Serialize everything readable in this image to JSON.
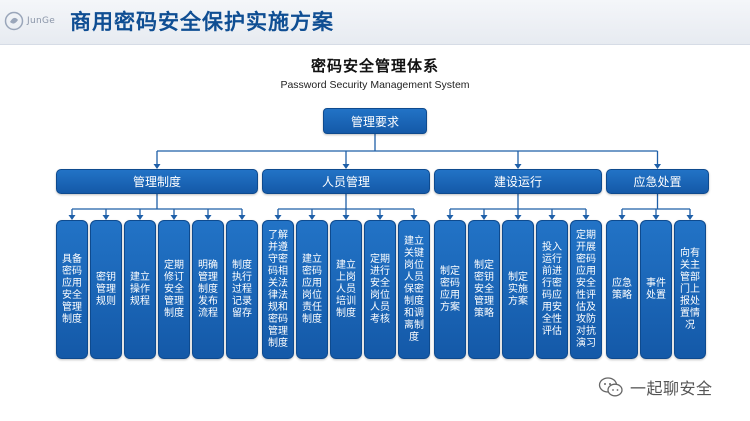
{
  "header": {
    "logo_text": "JunGe",
    "title": "商用密码安全保护实施方案"
  },
  "diagram": {
    "title": "密码安全管理体系",
    "subtitle": "Password Security Management System",
    "root": "管理要求",
    "categories": [
      {
        "label": "管理制度",
        "items": [
          "具备密码应用安全管理制度",
          "密钥管理规则",
          "建立操作规程",
          "定期修订安全管理制度",
          "明确管理制度发布流程",
          "制度执行过程记录留存"
        ]
      },
      {
        "label": "人员管理",
        "items": [
          "了解并遵守密码相关法律法规和密码管理制度",
          "建立密码应用岗位责任制度",
          "建立上岗人员培训制度",
          "定期进行安全岗位人员考核",
          "建立关键岗位人员保密制度和调离制度"
        ]
      },
      {
        "label": "建设运行",
        "items": [
          "制定密码应用方案",
          "制定密钥安全管理策略",
          "制定实施方案",
          "投入运行前进行密码应用安全性评估",
          "定期开展密码应用安全性评估及攻防对抗演习"
        ]
      },
      {
        "label": "应急处置",
        "items": [
          "应急策略",
          "事件处置",
          "向有关主管部门上报处置情况"
        ]
      }
    ]
  },
  "watermark": {
    "text": "一起聊安全",
    "icon": "wechat-icon"
  },
  "colors": {
    "node_fill": "#1b66b8",
    "connector": "#1e5fa8",
    "title": "#0f4e93"
  }
}
